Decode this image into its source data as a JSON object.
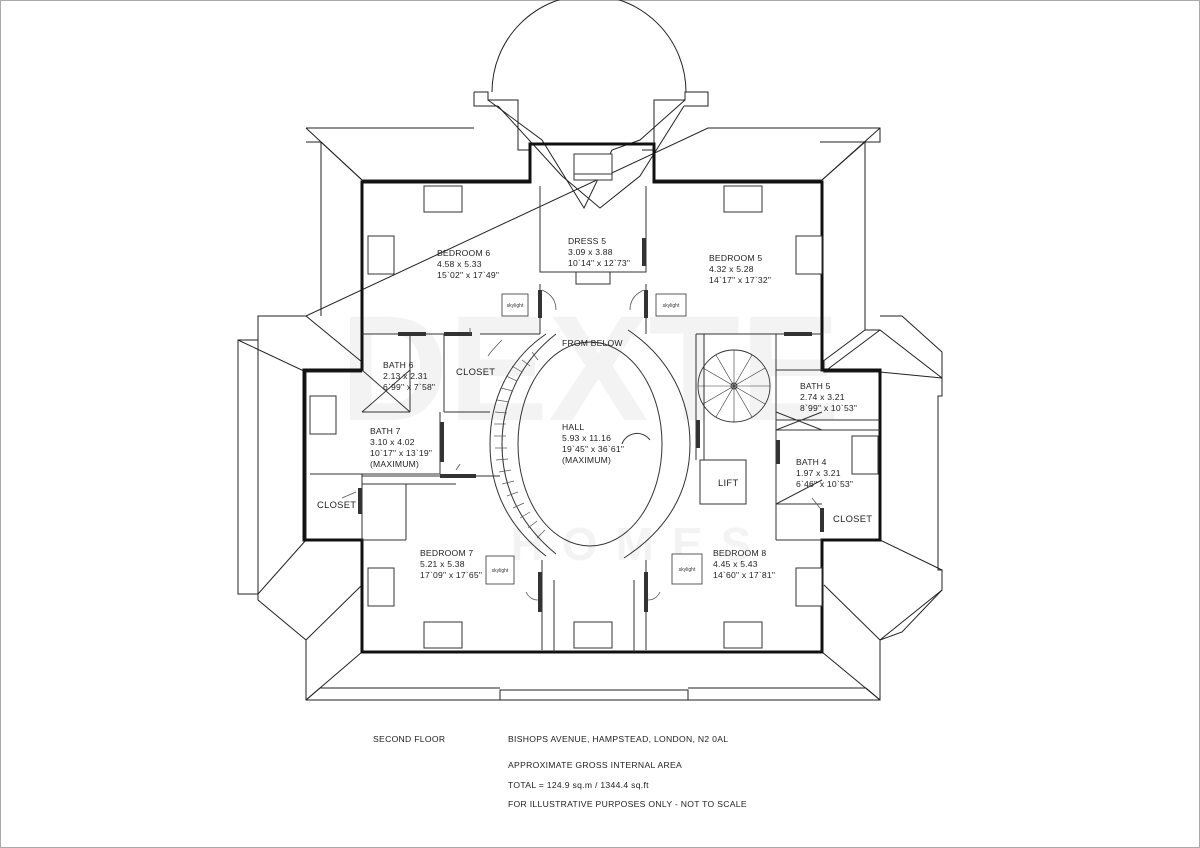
{
  "watermark": {
    "main": "DEXTE",
    "sub": "HOMES"
  },
  "rooms": {
    "bedroom6": {
      "name": "BEDROOM 6",
      "metric": "4.58 x 5.33",
      "imperial": "15`02\" x 17`49\""
    },
    "dress5": {
      "name": "DRESS 5",
      "metric": "3.09 x 3.88",
      "imperial": "10`14\" x 12`73\""
    },
    "bedroom5": {
      "name": "BEDROOM 5",
      "metric": "4.32 x 5.28",
      "imperial": "14`17\" x 17`32\""
    },
    "bath6": {
      "name": "BATH 6",
      "metric": "2.13 x 2.31",
      "imperial": "6`99\" x 7`58\""
    },
    "closet_a": {
      "name": "CLOSET"
    },
    "hall": {
      "name": "HALL",
      "metric": "5.93 x 11.16",
      "imperial": "19`45\" x 36`61\"",
      "note": "(MAXIMUM)"
    },
    "from_below": "FROM BELOW",
    "bath5": {
      "name": "BATH 5",
      "metric": "2.74 x 3.21",
      "imperial": "8`99\" x 10`53\""
    },
    "bath7": {
      "name": "BATH 7",
      "metric": "3.10 x 4.02",
      "imperial": "10`17\" x 13`19\"",
      "note": "(MAXIMUM)"
    },
    "bath4": {
      "name": "BATH 4",
      "metric": "1.97 x 3.21",
      "imperial": "6`46\" x 10`53\""
    },
    "lift": "LIFT",
    "closet_b": {
      "name": "CLOSET"
    },
    "closet_c": {
      "name": "CLOSET"
    },
    "bedroom7": {
      "name": "BEDROOM 7",
      "metric": "5.21 x 5.38",
      "imperial": "17`09\" x 17`65\""
    },
    "bedroom8": {
      "name": "BEDROOM 8",
      "metric": "4.45 x 5.43",
      "imperial": "14`60\" x 17`81\""
    }
  },
  "skylight_label": "skylight",
  "info": {
    "floor": "SECOND FLOOR",
    "address": "BISHOPS AVENUE, HAMPSTEAD, LONDON, N2 0AL",
    "area_title": "APPROXIMATE GROSS INTERNAL AREA",
    "total": "TOTAL = 124.9 sq.m / 1344.4 sq.ft",
    "disclaimer": "FOR ILLUSTRATIVE PURPOSES ONLY - NOT TO SCALE"
  }
}
